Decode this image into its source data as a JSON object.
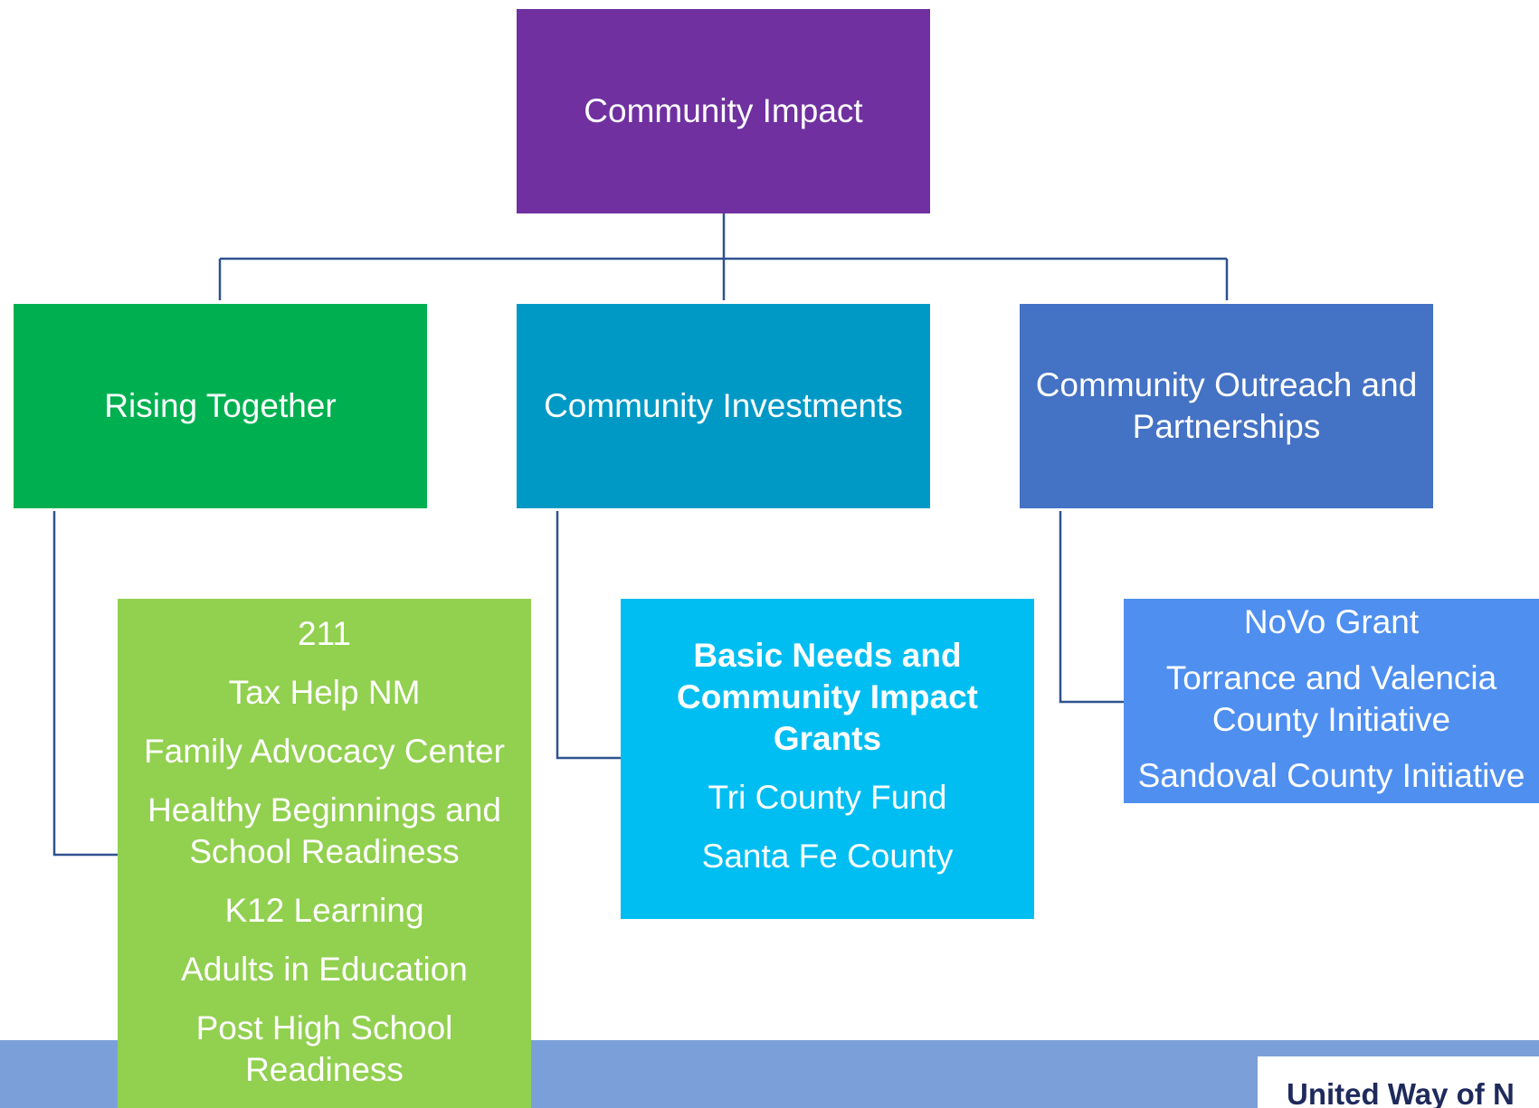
{
  "colors": {
    "root": "#7030a0",
    "rising": "#00b050",
    "investments": "#0099c6",
    "outreach": "#4472c4",
    "rising_list": "#92d050",
    "investments_list": "#00bef2",
    "outreach_list": "#4f8ff0",
    "connector": "#2f528f",
    "banner": "#7ba0d9"
  },
  "root": {
    "label": "Community Impact"
  },
  "departments": [
    {
      "label": "Rising Together"
    },
    {
      "label": "Community Investments"
    },
    {
      "label": "Community Outreach and Partnerships"
    }
  ],
  "programs": {
    "rising_together": [
      "211",
      "Tax Help NM",
      "Family Advocacy Center",
      "Healthy Beginnings and School Readiness",
      "K12 Learning",
      "Adults in Education",
      "Post High School Readiness"
    ],
    "community_investments": [
      "Basic Needs and Community Impact Grants",
      "Tri County Fund",
      "Santa Fe County"
    ],
    "community_outreach": [
      "NoVo Grant",
      "Torrance and Valencia County Initiative",
      "Sandoval County Initiative"
    ]
  },
  "footer": {
    "logo_text": "United Way of N"
  }
}
